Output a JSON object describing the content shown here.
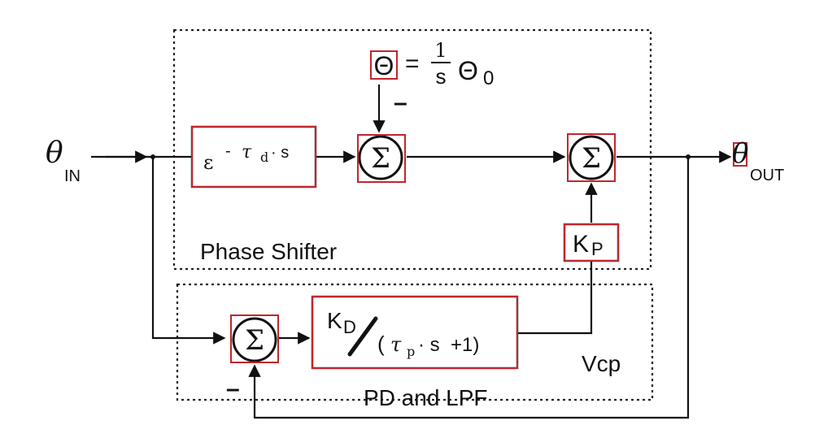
{
  "input_label": {
    "symbol": "θ",
    "sub": "IN"
  },
  "output_label": {
    "symbol": "θ",
    "sub": "OUT"
  },
  "delay_block": {
    "base": "ε",
    "exp_tau": "τ",
    "exp_sub": "d",
    "exp_rest": "· s",
    "exp_minus": "-"
  },
  "offset_eq": {
    "lhs": "Θ",
    "eq": "=",
    "num": "1",
    "den": "s",
    "rhs": "Θ",
    "rhs_sub": "0"
  },
  "summers": {
    "symbol": "Σ"
  },
  "signs": {
    "offset_minus": "–",
    "feedback_minus": "–"
  },
  "gain_block": {
    "main": "K",
    "sub": "P"
  },
  "lpf_block": {
    "k": "K",
    "k_sub": "D",
    "open": "(",
    "tau": "τ",
    "tau_sub": "p",
    "rest": "· s  +1)"
  },
  "groups": {
    "phase_shifter": "Phase Shifter",
    "pd_lpf": "PD and LPF"
  },
  "signal_vcp": "Vcp",
  "colors": {
    "highlight": "#c0262d",
    "line": "#111111"
  }
}
